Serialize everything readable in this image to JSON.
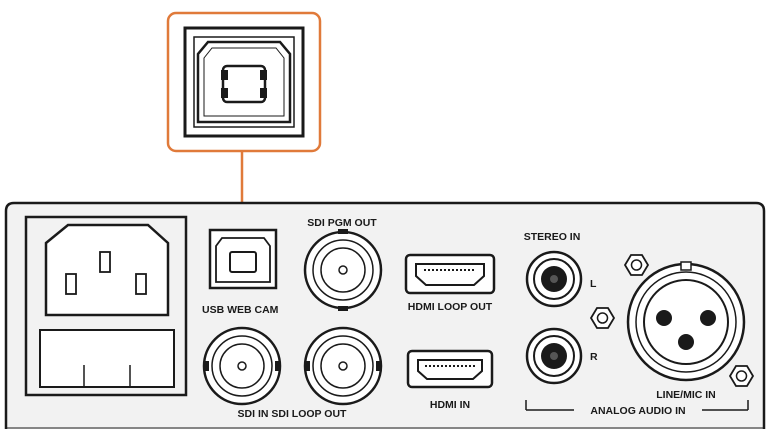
{
  "labels": {
    "sdi_pgm_out": "SDI PGM OUT",
    "usb_web_cam": "USB WEB CAM",
    "stereo_in": "STEREO IN",
    "stereo_left": "L",
    "stereo_right": "R",
    "hdmi_loop_out": "HDMI LOOP OUT",
    "hdmi_in": "HDMI IN",
    "sdi_in_sdi_loop_out": "SDI IN SDI LOOP OUT",
    "line_mic_in": "LINE/MIC IN",
    "analog_audio_in": "ANALOG AUDIO IN"
  },
  "colors": {
    "callout": "#e07a3a",
    "panel": "#f2f2f2",
    "outline": "#1a1a1a"
  },
  "icons": {
    "callout_port": "usb-b-port-icon",
    "power_inlet": "iec-power-inlet-icon",
    "bnc": "bnc-connector-icon",
    "hdmi": "hdmi-port-icon",
    "rca": "rca-jack-icon",
    "xlr": "xlr-connector-icon"
  }
}
